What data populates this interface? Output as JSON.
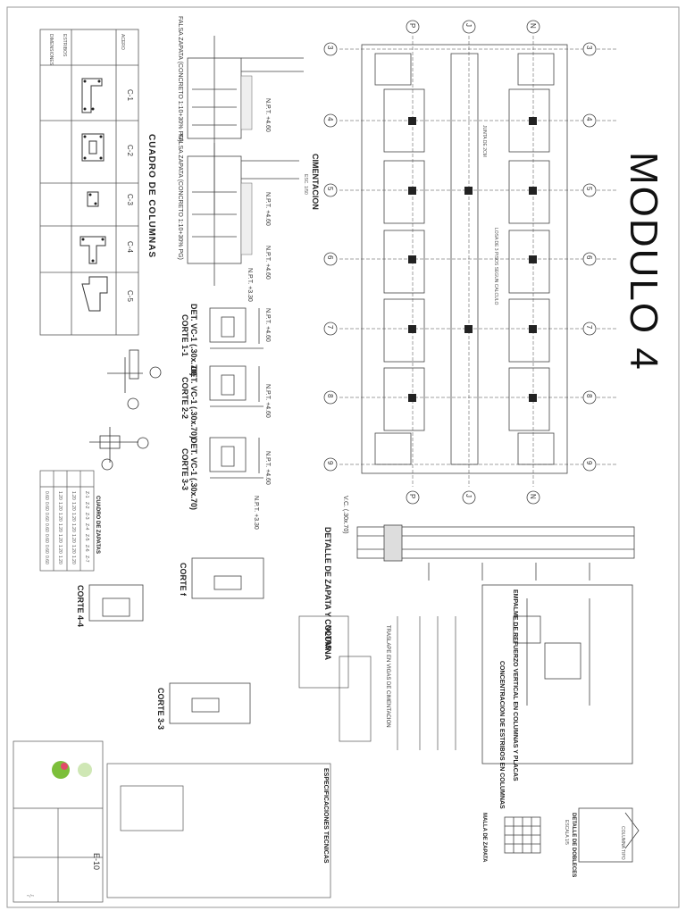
{
  "sheet": {
    "title": "MODULO 4",
    "sheet_number": "E-10",
    "plan_title": "CIMENTACION",
    "plan_scale": "ESC. 1/50",
    "grid_letters": [
      "P",
      "J",
      "N"
    ],
    "grid_numbers": [
      "3",
      "4",
      "5",
      "6",
      "7",
      "8",
      "9"
    ],
    "notes_title": "NOTAS",
    "specs_title": "ESPECIFICACIONES TECNICAS"
  },
  "column_table": {
    "title": "CUADRO DE COLUMNAS",
    "columns": [
      "C-1",
      "C-2",
      "C-3",
      "C-4",
      "C-5"
    ],
    "row_labels": [
      "ACERO",
      "ESTRIBOS",
      "DIMENSIONES"
    ]
  },
  "footing_table": {
    "title": "CUADRO DE ZAPATAS",
    "rows": [
      [
        "Z-1",
        "1.20",
        "1.20",
        "0.60"
      ],
      [
        "Z-2",
        "1.20",
        "1.20",
        "0.60"
      ],
      [
        "Z-3",
        "1.20",
        "1.20",
        "0.60"
      ],
      [
        "Z-4",
        "1.20",
        "1.20",
        "0.60"
      ],
      [
        "Z-5",
        "1.20",
        "1.20",
        "0.60"
      ],
      [
        "Z-6",
        "1.20",
        "1.20",
        "0.60"
      ],
      [
        "Z-7",
        "1.20",
        "1.20",
        "0.60"
      ]
    ]
  },
  "details": {
    "falsa_zapata_1": "FALSA ZAPATA (CONCRETO 1:10+30% PG)",
    "falsa_zapata_2": "FALSA ZAPATA (CONCRETO 1:10+30% PG)",
    "npt_1": "N.P.T. +4.60",
    "npt_2": "N.P.T. +4.60",
    "npt_3": "N.P.T. +4.60",
    "npt_4": "N.P.T. +4.60",
    "npt_5": "N.P.T. +4.60",
    "npt_6": "N.P.T. +4.60",
    "npt_7": "N.P.T. +3.30",
    "npt_8": "N.P.T. +3.30",
    "viga_1": "DET. VC-1 (.30x.70)",
    "viga_2": "DET. VC-1 (.30x.70)",
    "viga_3": "DET. VC-1 (.30x.70)",
    "corte_1": "CORTE 1-1",
    "corte_2": "CORTE 2-2",
    "corte_3": "CORTE 3-3",
    "corte_4": "CORTE 4-4",
    "corte_f": "CORTE f",
    "corte_33": "CORTE 3-3",
    "zapata_col": "DETALLE DE ZAPATA Y COLUMNA",
    "vc_label": "V.C. (.30x.70)",
    "traslape": "TRASLAPE EN VIGAS DE CIMENTACION",
    "empalme_title": "EMPALME DE REFUERZO VERTICAL EN COLUMNAS Y PLACAS",
    "estribos_title": "CONCENTRACION DE ESTRIBOS EN COLUMNAS",
    "malla_zapata": "MALLA DE ZAPATA",
    "detalle_dobleces": "DETALLE DE DOBLECES",
    "dobleces_scale": "ESCALA 1/5",
    "columna_label": "COLUMNA TIPO",
    "losa_label": "LOSA DE 3 PISOS SEGUN CALCULO",
    "junta_label": "JUNTA DE 2CM"
  }
}
